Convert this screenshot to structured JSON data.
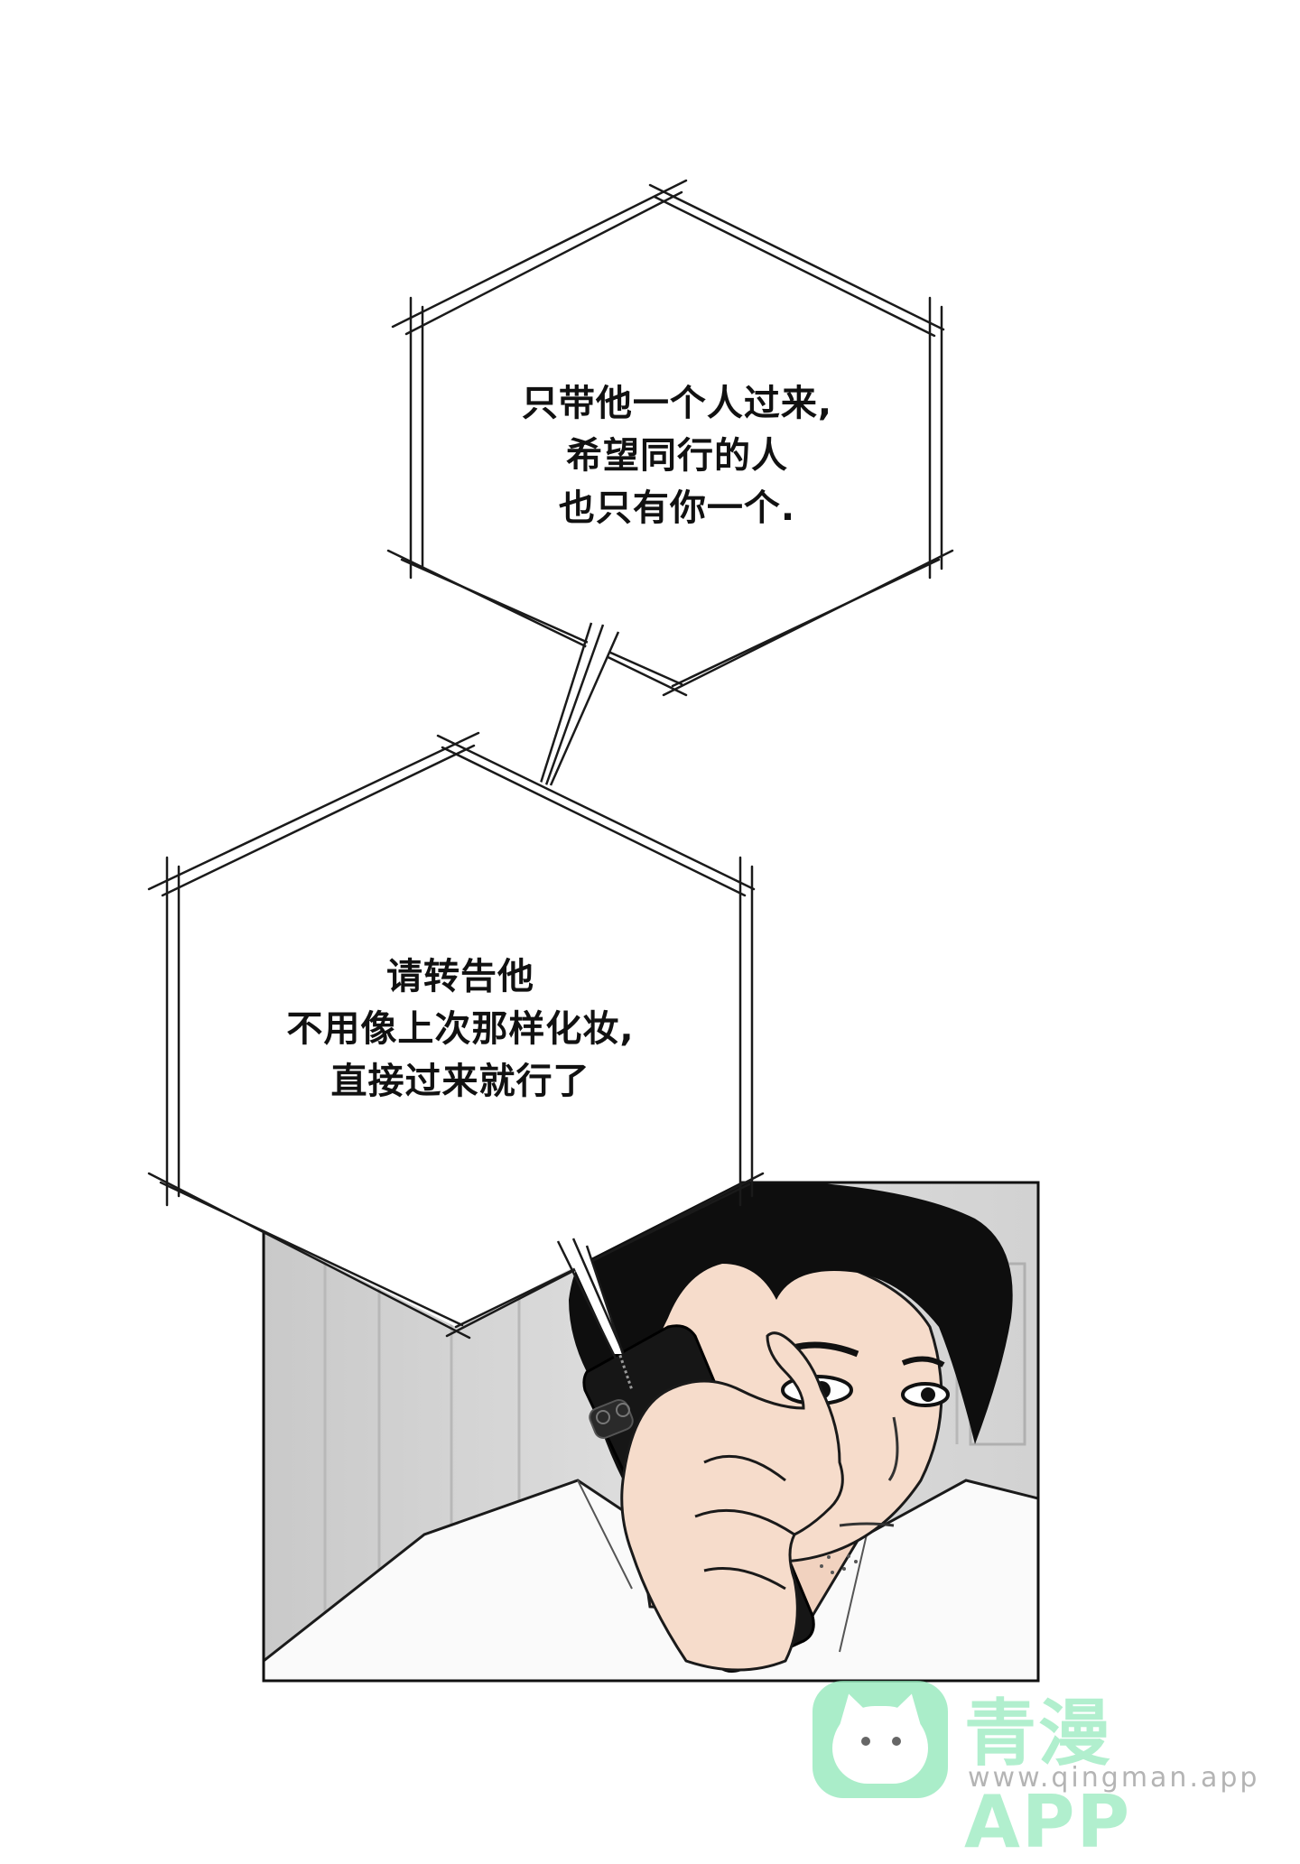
{
  "bubbles": [
    {
      "lines": [
        "只带他一个人过来,",
        "希望同行的人",
        "也只有你一个."
      ]
    },
    {
      "lines": [
        "请转告他",
        "不用像上次那样化妆,",
        "直接过来就行了"
      ]
    }
  ],
  "watermark": {
    "title": "青漫APP",
    "url": "www.qingman.app",
    "logo_icon": "cat-face-icon",
    "color": "#8ee8b8"
  },
  "panel": {
    "subject": "man-on-phone",
    "hair_color": "#0e0e0e",
    "skin_color": "#f6dccb",
    "phone_color": "#161616",
    "background_color": "#d6d6d6"
  }
}
